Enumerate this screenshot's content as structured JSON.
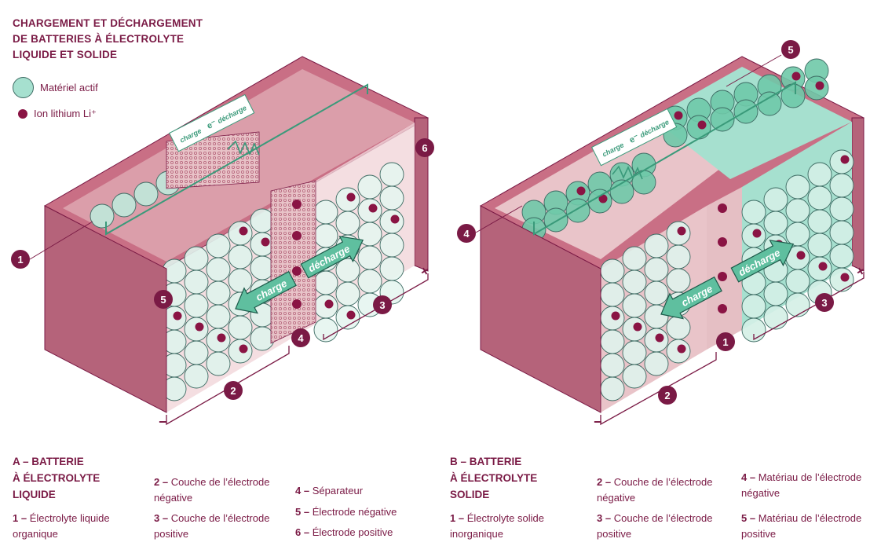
{
  "title": {
    "lines": [
      "CHARGEMENT ET DÉCHARGEMENT",
      "DE BATTERIES À ÉLECTROLYTE",
      "LIQUIDE ET SOLIDE"
    ]
  },
  "legend": {
    "active_material": "Matériel actif",
    "lithium_ion": "Ion lithium Li⁺"
  },
  "labels": {
    "charge": "charge",
    "discharge": "décharge",
    "electron": "e⁻",
    "minus": "−",
    "plus": "+"
  },
  "battery_a": {
    "callouts": [
      "1",
      "2",
      "3",
      "4",
      "5",
      "6"
    ],
    "heading": [
      "A – BATTERIE",
      "À ÉLECTROLYTE",
      "LIQUIDE"
    ],
    "items": [
      {
        "num": "1 –",
        "text": "Électrolyte liquide organique"
      },
      {
        "num": "2 –",
        "text": "Couche de l’électrode négative"
      },
      {
        "num": "3 –",
        "text": "Couche de l’électrode positive"
      },
      {
        "num": "4 –",
        "text": "Séparateur"
      },
      {
        "num": "5 –",
        "text": "Électrode négative"
      },
      {
        "num": "6 –",
        "text": "Électrode positive"
      }
    ]
  },
  "battery_b": {
    "callouts": [
      "1",
      "2",
      "3",
      "4",
      "5"
    ],
    "heading": [
      "B – BATTERIE",
      "À ÉLECTROLYTE",
      "SOLIDE"
    ],
    "items": [
      {
        "num": "1 –",
        "text": "Électrolyte solide inorganique"
      },
      {
        "num": "2 –",
        "text": "Couche de l’électrode négative"
      },
      {
        "num": "3 –",
        "text": "Couche de l’électrode positive"
      },
      {
        "num": "4 –",
        "text": "Matériau de l’électrode négative"
      },
      {
        "num": "5 –",
        "text": "Matériau de l’électrode positive"
      }
    ]
  },
  "colors": {
    "maroon": "#7a1a45",
    "case_dark": "#b5637a",
    "case_light": "#e9c4c9",
    "teal": "#a6e0cf",
    "teal_dark": "#5fbf9f",
    "ion": "#8a1444"
  }
}
